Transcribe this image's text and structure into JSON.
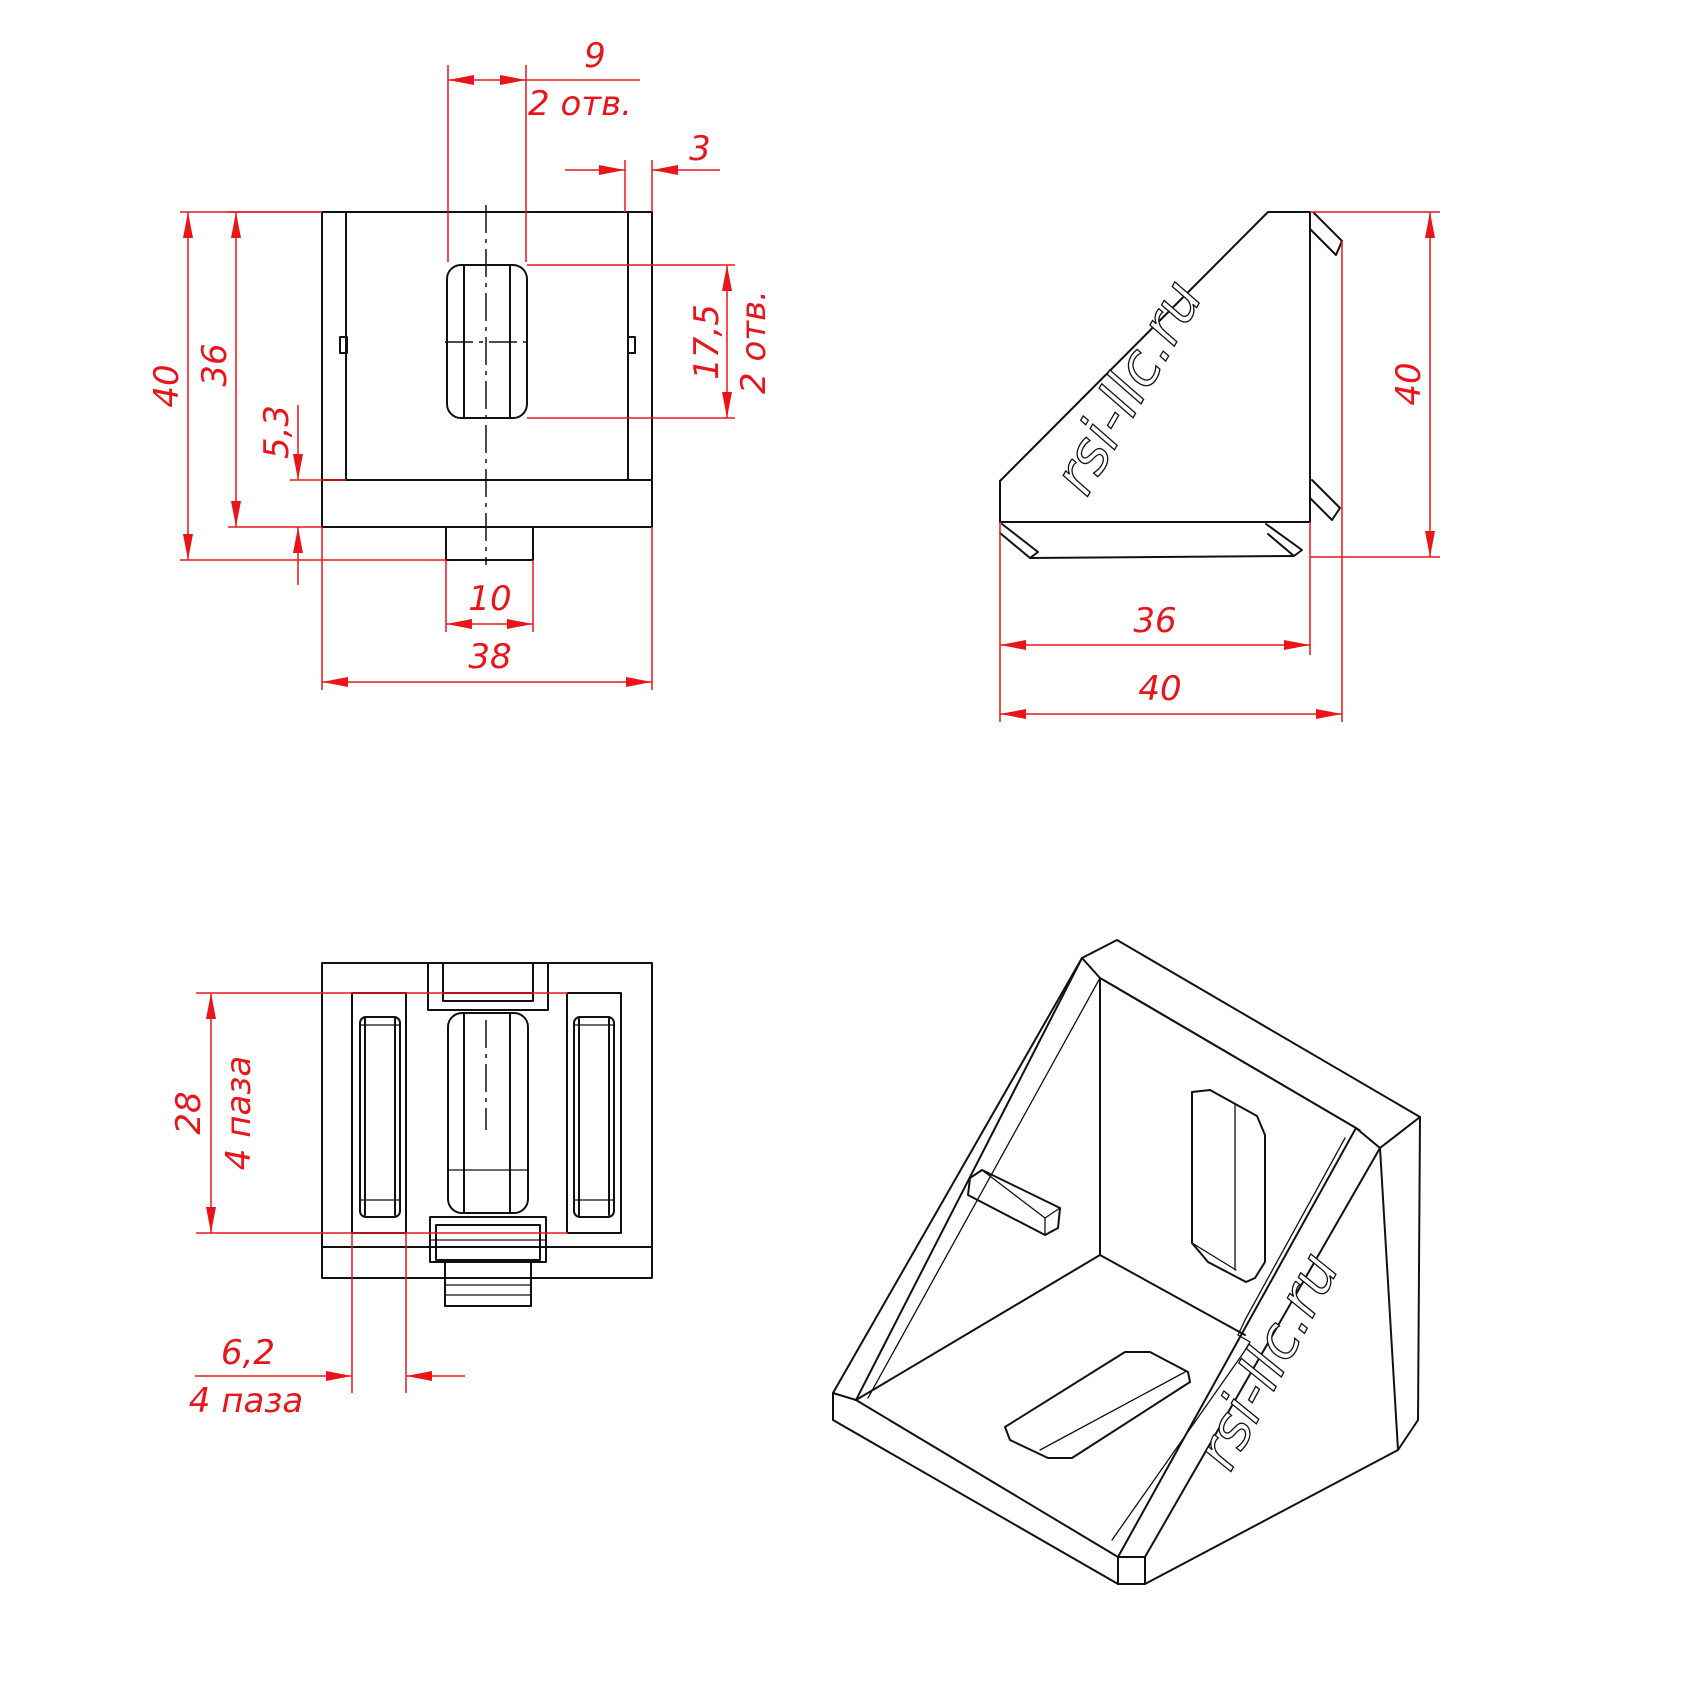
{
  "colors": {
    "dimension": "#e8161b",
    "outline": "#111111",
    "background": "#ffffff"
  },
  "logo_text": "rsi-llc.ru",
  "front_view": {
    "dim_hole_width": "9",
    "dim_hole_count": "2 отв.",
    "dim_wall": "3",
    "dim_hole_length": "17,5",
    "dim_hole_length_count": "2 отв.",
    "dim_total_height": "40",
    "dim_inner_height": "36",
    "dim_offset": "5,3",
    "dim_tab_width": "10",
    "dim_total_width": "38"
  },
  "side_view": {
    "dim_height": "40",
    "dim_inner_width": "36",
    "dim_outer_width": "40"
  },
  "top_view": {
    "dim_slot_length": "28",
    "dim_slot_count": "4 паза",
    "dim_slot_width": "6,2",
    "dim_slot_width_count": "4 паза"
  }
}
